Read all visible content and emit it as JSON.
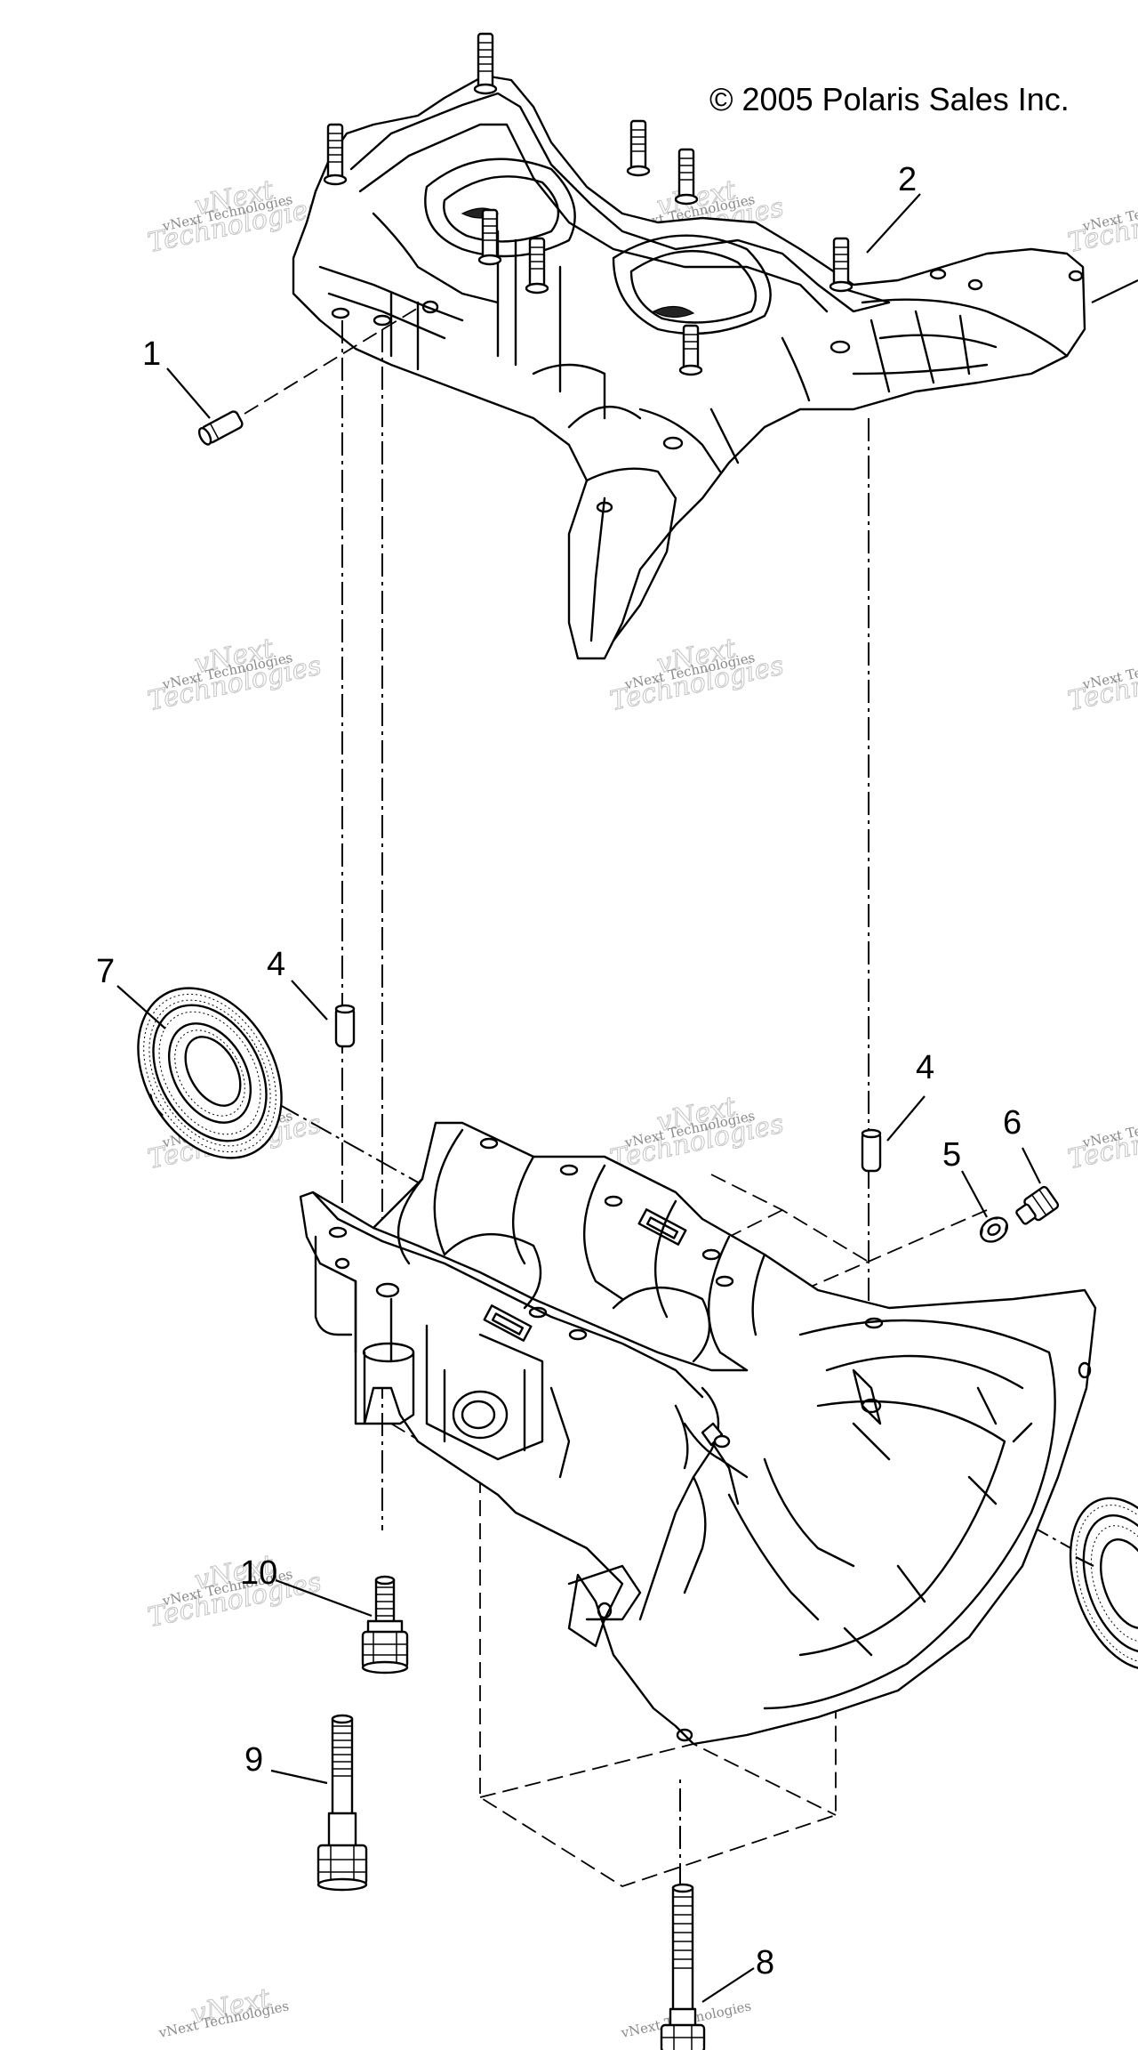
{
  "copyright": "© 2005 Polaris Sales Inc.",
  "watermark": {
    "line1": "vNext Technologies",
    "line2": "Technologies",
    "line3": "vNext"
  },
  "callouts": {
    "c1": "1",
    "c2": "2",
    "c4a": "4",
    "c4b": "4",
    "c5": "5",
    "c6": "6",
    "c7": "7",
    "c8": "8",
    "c9": "9",
    "c10": "10"
  },
  "icons": {
    "upper_crankcase": "upper-crankcase-icon",
    "lower_crankcase": "lower-crankcase-icon",
    "seal": "oil-seal-icon",
    "bolt": "bolt-icon",
    "dowel": "dowel-pin-icon"
  }
}
